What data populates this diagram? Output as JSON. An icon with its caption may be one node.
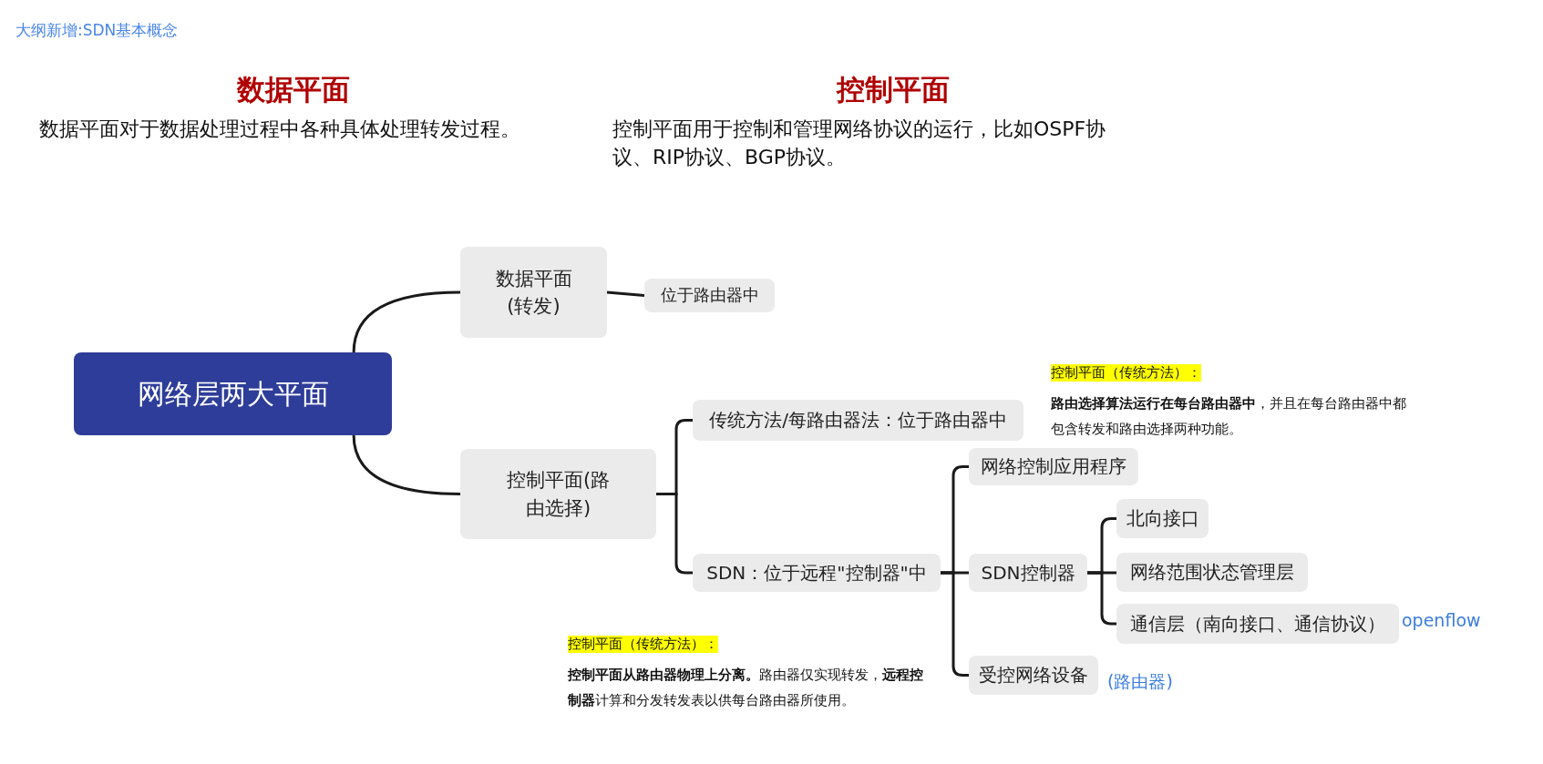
{
  "diagram": {
    "title": "大纲新增:SDN基本概念",
    "nodes": [
      {
        "text": [
          "网络层两大平面"
        ]
      },
      {
        "text": [
          "数据平面(转发)"
        ]
      },
      {
        "text": [
          "位于路由器中"
        ]
      },
      {
        "text": [
          "控制平面(路由选择)"
        ]
      },
      {
        "text": [
          "传统方法/每路由器法：位于路由器中"
        ]
      },
      {
        "text": [
          "SDN：位于远程\"控制器\"中"
        ]
      },
      {
        "text": [
          "网络控制应用程序"
        ]
      },
      {
        "text": [
          "SDN控制器"
        ]
      },
      {
        "text": [
          "北向接口"
        ]
      },
      {
        "text": [
          "网络范围状态管理层"
        ]
      },
      {
        "text": [
          "通信层（南向接口、通信协议）"
        ],
        "beside": [
          "openflow"
        ]
      },
      {
        "text": [
          "受控网络设备"
        ],
        "beside": [
          "(路由器)"
        ]
      }
    ],
    "edges": [
      {
        "from": 0,
        "to": 1,
        "arrow": "none"
      },
      {
        "from": 1,
        "to": 2,
        "arrow": "none"
      },
      {
        "from": 0,
        "to": 3,
        "arrow": "none"
      },
      {
        "from": 3,
        "to": 4,
        "arrow": "none"
      },
      {
        "from": 3,
        "to": 5,
        "arrow": "none"
      },
      {
        "from": 5,
        "to": 6,
        "arrow": "none"
      },
      {
        "from": 5,
        "to": 7,
        "arrow": "none"
      },
      {
        "from": 5,
        "to": 11,
        "arrow": "none"
      },
      {
        "from": 7,
        "to": 8,
        "arrow": "none"
      },
      {
        "from": 7,
        "to": 9,
        "arrow": "none"
      },
      {
        "from": 7,
        "to": 10,
        "arrow": "none"
      }
    ],
    "labels": [
      "数据平面",
      "控制平面",
      "数据平面对于数据处理过程中各种具体处理转发过程。",
      "控制平面用于控制和管理网络协议的运行，比如OSPF协议、RIP协议、BGP协议。",
      "控制平面（传统方法）：",
      "**路由选择算法运行在每台路由器中**，并且在每台路由器中都包含转发和路由选择两种功能。",
      "控制平面（传统方法）：",
      "**控制平面从路由器物理上分离。**路由器仅实现转发，**远程控制器**计算和分发转发表以供每台路由器所使用。"
    ]
  }
}
